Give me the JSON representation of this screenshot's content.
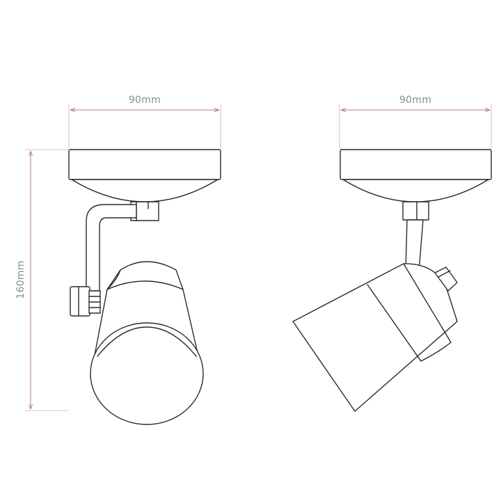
{
  "dimensions": {
    "front_width": "90mm",
    "side_width": "90mm",
    "height": "160mm"
  },
  "colors": {
    "outline": "#2a2a2a",
    "dimension_line": "#b27a98",
    "extension_line": "#b8b8b8",
    "dimension_text": "#8c8c8c"
  }
}
